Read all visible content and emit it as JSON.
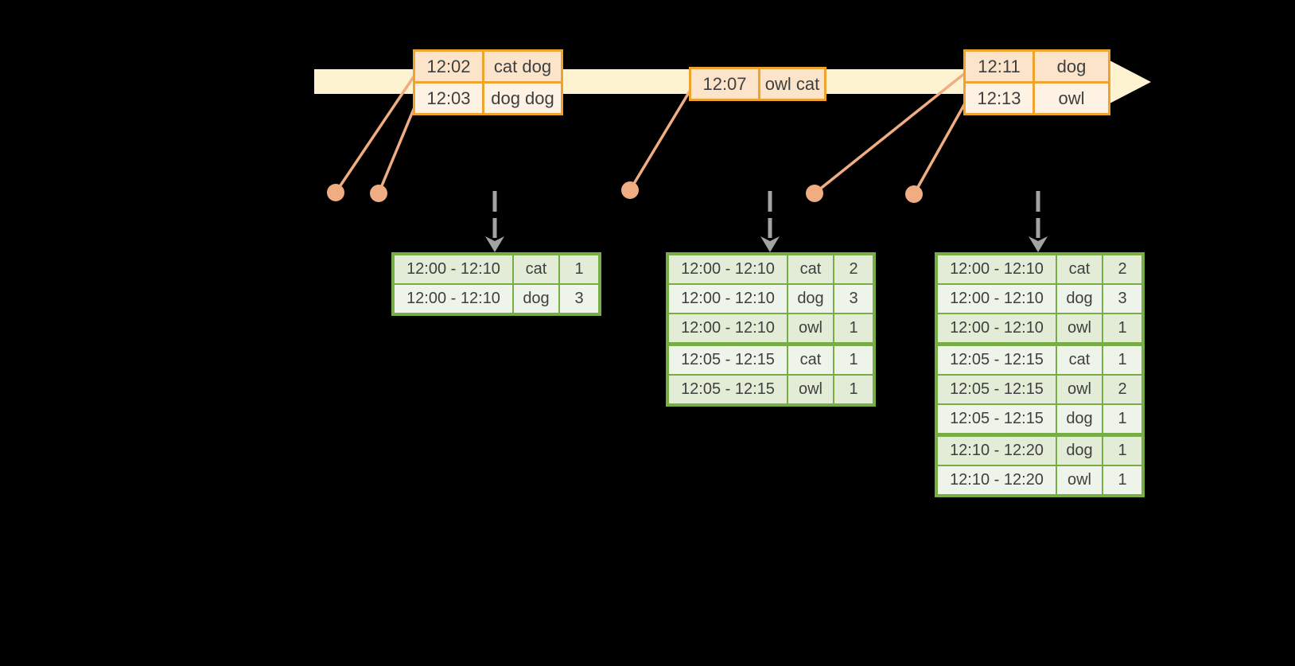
{
  "colors": {
    "background": "#000000",
    "timeline_band": "#fdf3d0",
    "event_border": "#efa32f",
    "event_row_dark": "#fbe4c9",
    "event_row_light": "#fdf2e3",
    "connector": "#f0ad82",
    "dashed_arrow": "#a3a3a3",
    "result_border": "#77ad44",
    "result_row_dark": "#e3ecd7",
    "result_row_light": "#eff4ea",
    "text": "#3f3f3f"
  },
  "icons": {
    "timeline_arrowhead": "right-arrowhead",
    "event_dot": "circle-marker",
    "trigger_arrow": "dashed-down-arrow"
  },
  "event_tables": [
    {
      "rows": [
        {
          "time": "12:02",
          "words": "cat dog"
        },
        {
          "time": "12:03",
          "words": "dog dog"
        }
      ]
    },
    {
      "rows": [
        {
          "time": "12:07",
          "words": "owl cat"
        }
      ]
    },
    {
      "rows": [
        {
          "time": "12:11",
          "words": "dog"
        },
        {
          "time": "12:13",
          "words": "owl"
        }
      ]
    }
  ],
  "result_tables": [
    {
      "rows": [
        {
          "window": "12:00 - 12:10",
          "word": "cat",
          "count": "1"
        },
        {
          "window": "12:00 - 12:10",
          "word": "dog",
          "count": "3"
        }
      ]
    },
    {
      "rows": [
        {
          "window": "12:00 - 12:10",
          "word": "cat",
          "count": "2"
        },
        {
          "window": "12:00 - 12:10",
          "word": "dog",
          "count": "3"
        },
        {
          "window": "12:00 - 12:10",
          "word": "owl",
          "count": "1"
        },
        {
          "window": "12:05 - 12:15",
          "word": "cat",
          "count": "1"
        },
        {
          "window": "12:05 - 12:15",
          "word": "owl",
          "count": "1"
        }
      ]
    },
    {
      "rows": [
        {
          "window": "12:00 - 12:10",
          "word": "cat",
          "count": "2"
        },
        {
          "window": "12:00 - 12:10",
          "word": "dog",
          "count": "3"
        },
        {
          "window": "12:00 - 12:10",
          "word": "owl",
          "count": "1"
        },
        {
          "window": "12:05 - 12:15",
          "word": "cat",
          "count": "1"
        },
        {
          "window": "12:05 - 12:15",
          "word": "owl",
          "count": "2"
        },
        {
          "window": "12:05 - 12:15",
          "word": "dog",
          "count": "1"
        },
        {
          "window": "12:10 - 12:20",
          "word": "dog",
          "count": "1"
        },
        {
          "window": "12:10 - 12:20",
          "word": "owl",
          "count": "1"
        }
      ]
    }
  ]
}
